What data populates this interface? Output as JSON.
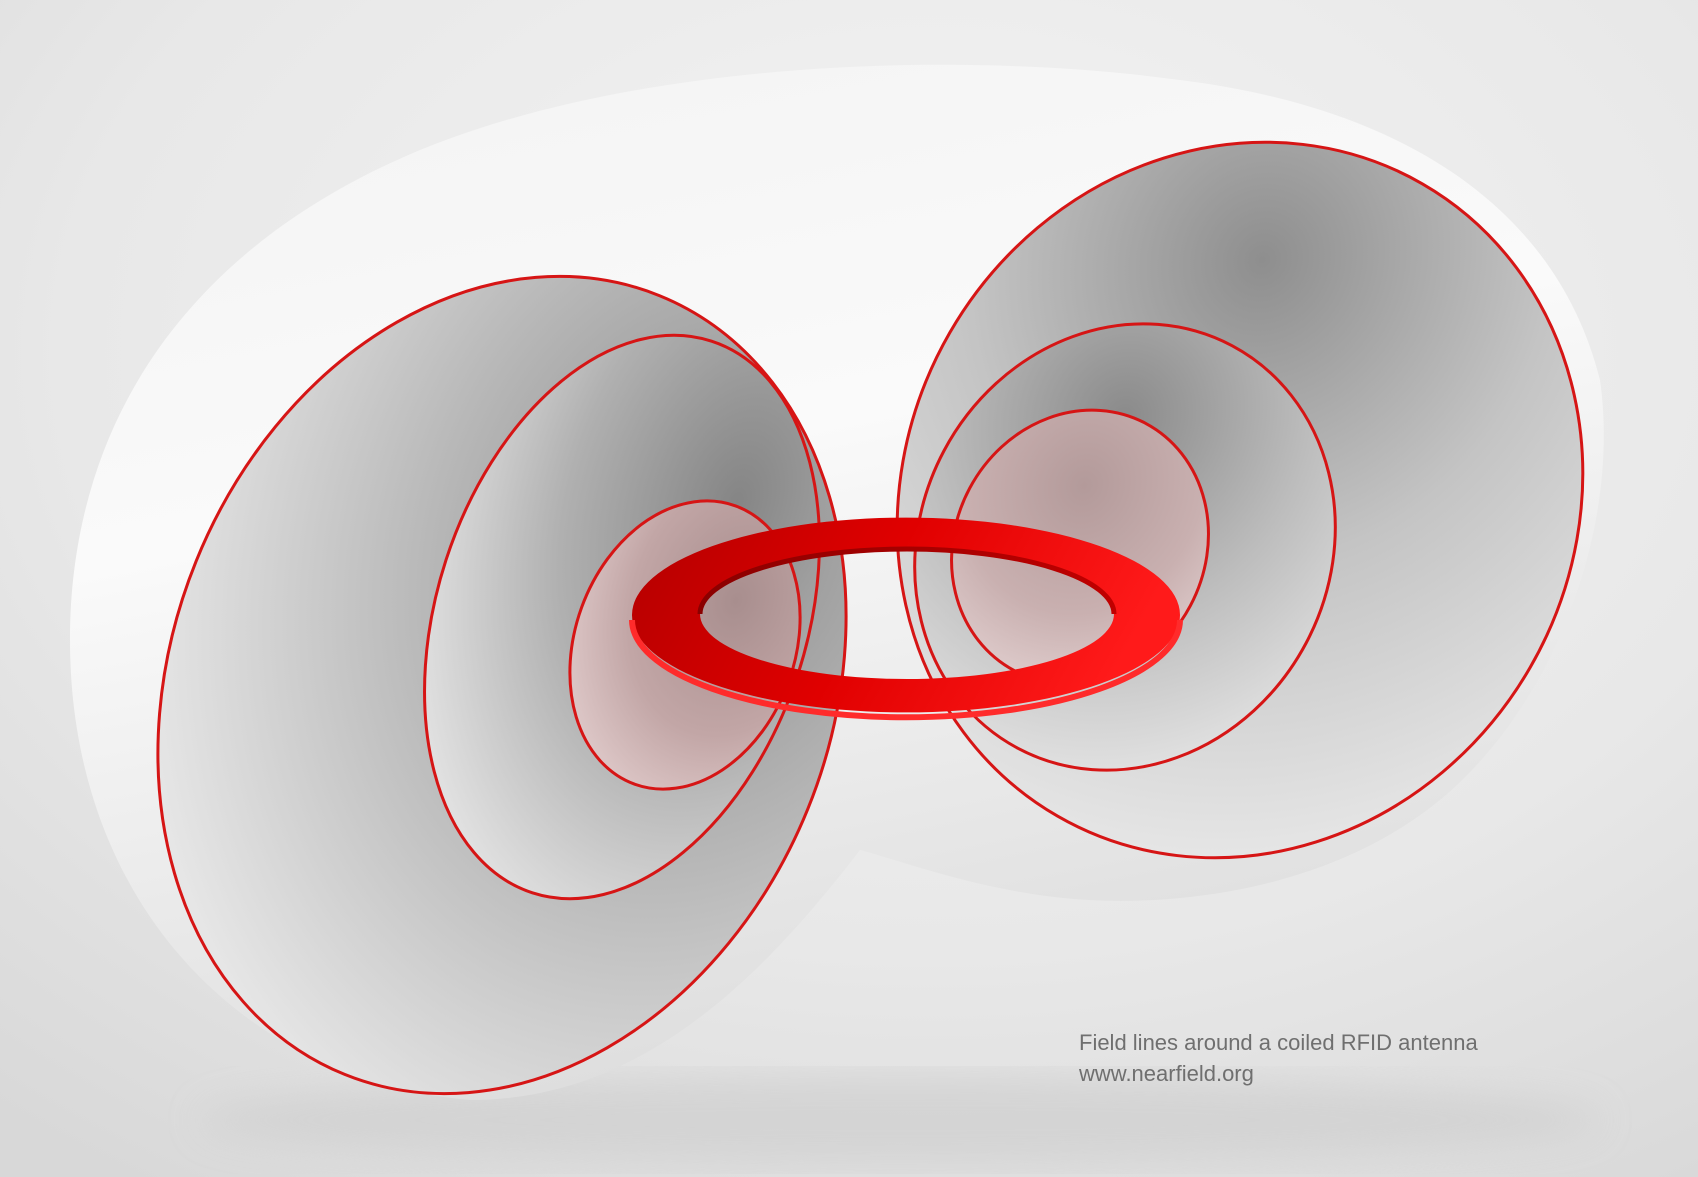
{
  "caption": {
    "line1": "Field lines around a coiled RFID antenna",
    "line2": "www.nearfield.org"
  },
  "colors": {
    "background": "#e6e6e6",
    "surface": "#f2f2f2",
    "surface_shadow": "#9a9a9a",
    "field_line": "#d61515",
    "antenna": "#e00000",
    "caption_text": "#6f6f6f"
  },
  "illustration": {
    "subject": "toroidal magnetic field shells around a ring-shaped antenna coil",
    "field_line_loops_per_side": 3
  }
}
